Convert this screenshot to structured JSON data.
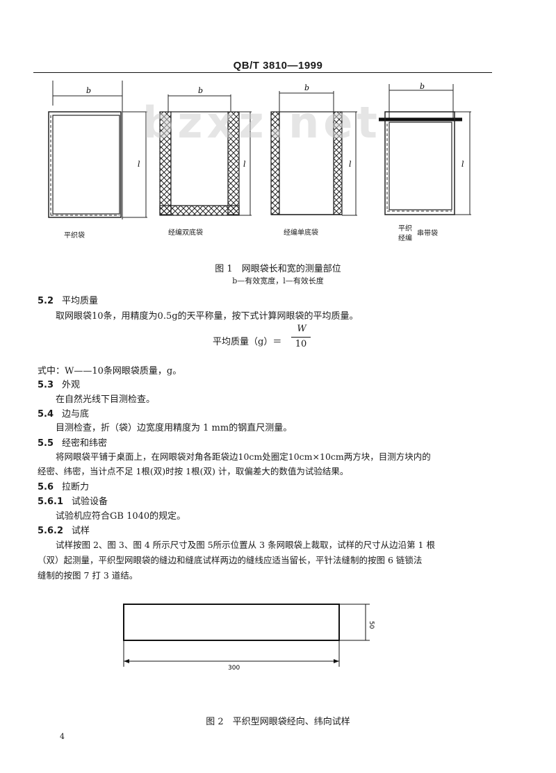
{
  "header": {
    "standard_code": "QB/T 3810—1999"
  },
  "watermark": "bzxz.net",
  "figure1": {
    "dim_b": "b",
    "dim_l": "l",
    "bags": [
      {
        "label": "平织袋"
      },
      {
        "label": "经编双底袋"
      },
      {
        "label": "经编单底袋"
      },
      {
        "label_line1": "平织",
        "label_line2": "经编",
        "label_side": "串带袋"
      }
    ],
    "caption": "图 1　网眼袋长和宽的测量部位",
    "legend": "b—有效宽度，l—有效长度"
  },
  "sections": {
    "s52": {
      "num": "5.2",
      "title": "平均质量"
    },
    "s52_text": "取网眼袋10条，用精度为0.5g的天平称量，按下式计算网眼袋的平均质量。",
    "formula": {
      "lhs": "平均质量（g）＝",
      "numerator": "W",
      "denominator": "10"
    },
    "formula_note": "式中：W——10条网眼袋质量，g。",
    "s53": {
      "num": "5.3",
      "title": "外观"
    },
    "s53_text": "在自然光线下目测检查。",
    "s54": {
      "num": "5.4",
      "title": "边与底"
    },
    "s54_text": "目测检查，折（袋）边宽度用精度为 1 mm的钢直尺测量。",
    "s55": {
      "num": "5.5",
      "title": "经密和纬密"
    },
    "s55_text1": "将网眼袋平铺于桌面上，在网眼袋对角各距袋边10cm处圈定10cm×10cm两方块，目测方块内的",
    "s55_text2": "经密、纬密，当计点不足 1根(双)时按 1根(双) 计，取偏差大的数值为试验结果。",
    "s56": {
      "num": "5.6",
      "title": "拉断力"
    },
    "s561": {
      "num": "5.6.1",
      "title": "试验设备"
    },
    "s561_text": "试验机应符合GB 1040的规定。",
    "s562": {
      "num": "5.6.2",
      "title": "试样"
    },
    "s562_text1": "试样按图 2、图 3、图 4 所示尺寸及图 5所示位置从 3 条网眼袋上裁取，试样的尺寸从边沿第 1 根",
    "s562_text2": "（双）起测量，平织型网眼袋的缝边和缝底试样两边的缝线应适当留长，平针法缝制的按图 6 链锁法",
    "s562_text3": "缝制的按图 7 打 3 道结。"
  },
  "figure2": {
    "dim_width": "300",
    "dim_height": "50",
    "caption": "图 2　平织型网眼袋经向、纬向试样"
  },
  "page_number": "4"
}
